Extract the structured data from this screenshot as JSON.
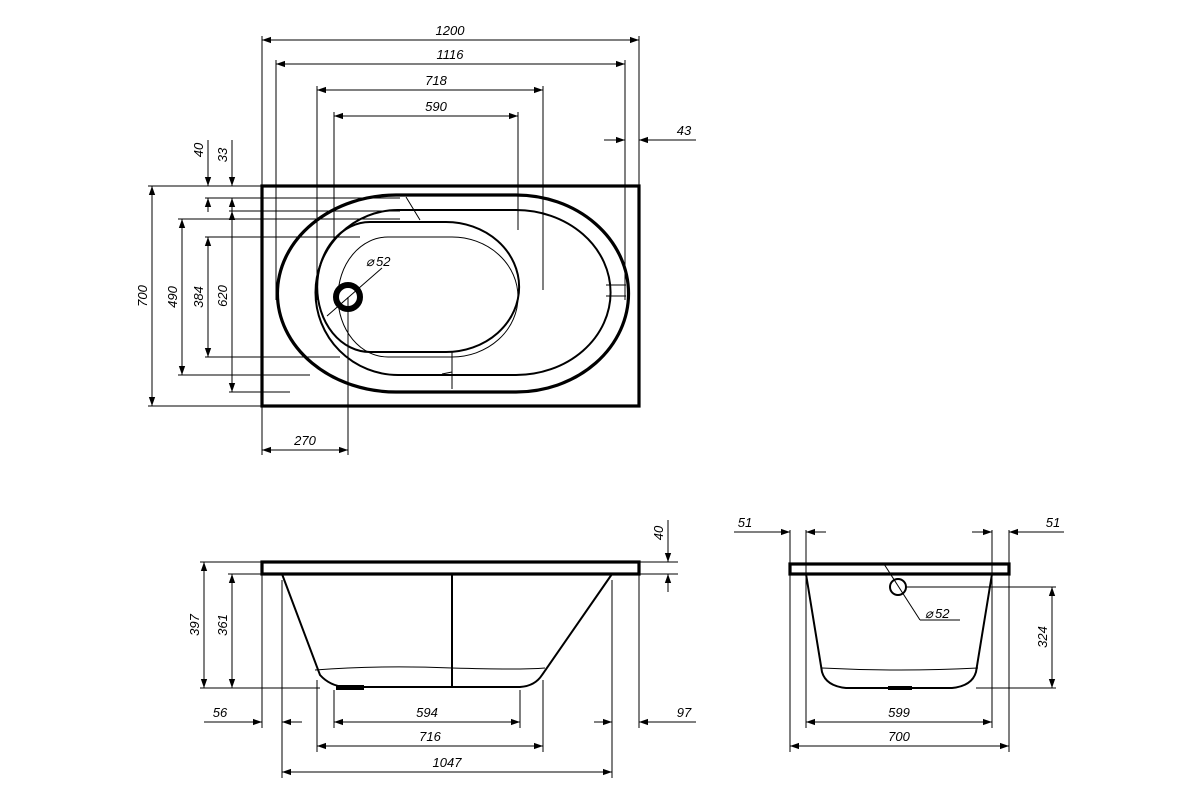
{
  "plan_view": {
    "width_1200": "1200",
    "width_1116": "1116",
    "width_718": "718",
    "width_590": "590",
    "offset_43": "43",
    "offset_40": "40",
    "offset_33": "33",
    "height_700": "700",
    "height_490": "490",
    "height_384": "384",
    "height_620": "620",
    "drain_offset_270": "270",
    "drain_diameter": "52"
  },
  "front_view": {
    "rim_40": "40",
    "height_397": "397",
    "height_361": "361",
    "offset_56": "56",
    "offset_97": "97",
    "bottom_594": "594",
    "bottom_716": "716",
    "length_1047": "1047"
  },
  "side_view": {
    "rim_left_51": "51",
    "rim_right_51": "51",
    "overflow_diameter": "52",
    "overflow_height_324": "324",
    "bottom_599": "599",
    "width_700": "700"
  }
}
